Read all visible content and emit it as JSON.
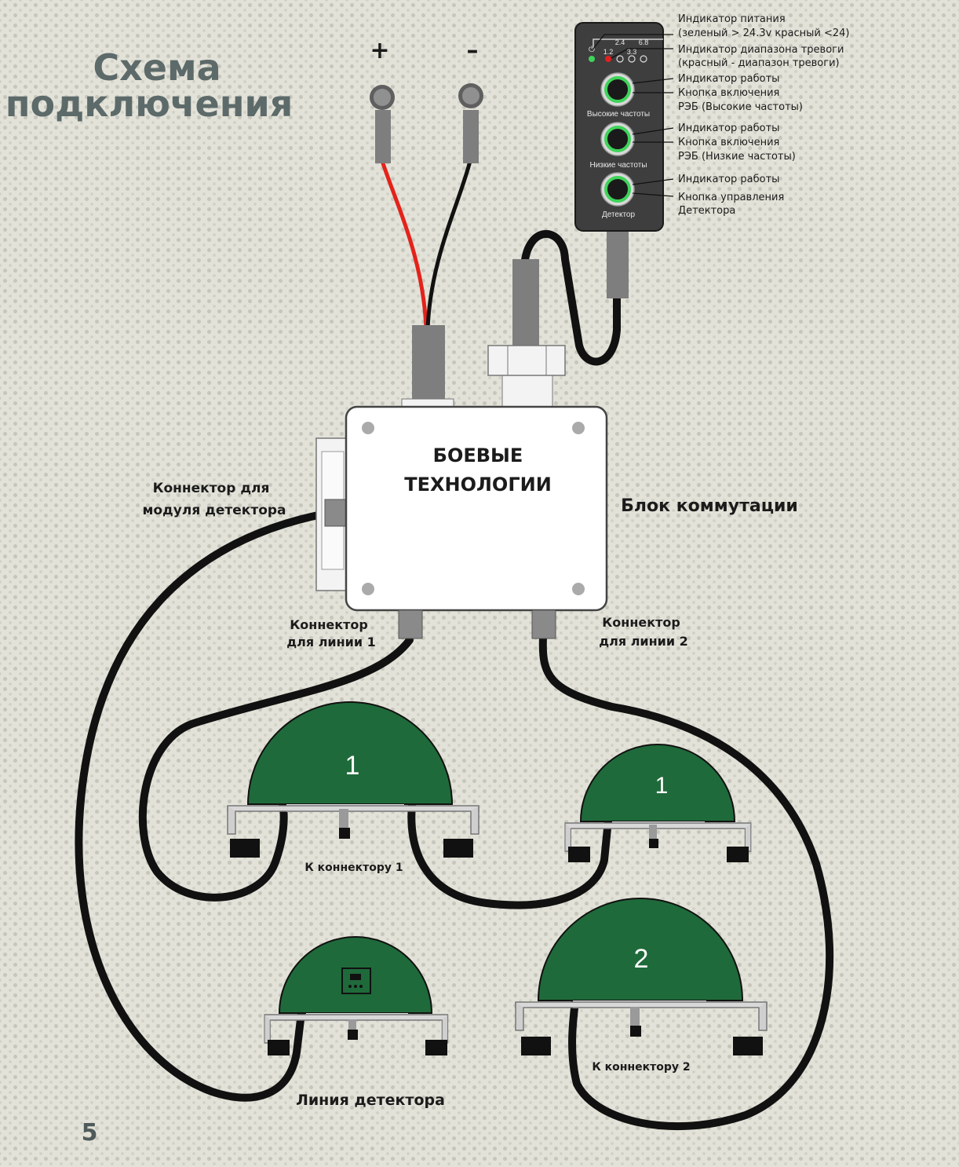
{
  "title": {
    "line1": "Схема",
    "line2": "подключения"
  },
  "battery": {
    "plus": "+",
    "minus": "–"
  },
  "control_panel": {
    "ticks": {
      "t24": "2.4",
      "t68": "6.8",
      "t12": "1.2",
      "t33": "3.3"
    },
    "button_labels": [
      "Высокие частоты",
      "Низкие частоты",
      "Детектор"
    ],
    "annotations": {
      "power": [
        "Индикатор питания",
        "(зеленый > 24.3v красный <24)"
      ],
      "alarm_range": [
        "Индикатор диапазона тревоги",
        "(красный - диапазон тревоги)"
      ],
      "high": [
        "Индикатор работы",
        "Кнопка включения",
        "РЭБ (Высокие частоты)"
      ],
      "low": [
        "Индикатор работы",
        "Кнопка включения",
        "РЭБ (Низкие частоты)"
      ],
      "detector": [
        "Индикатор работы",
        "Кнопка управления",
        "Детектора"
      ]
    }
  },
  "switch_box": {
    "brand_line1": "БОЕВЫЕ",
    "brand_line2": "ТЕХНОЛОГИИ",
    "name": "Блок коммутации",
    "detector_connector": [
      "Коннектор  для",
      "модуля детектора"
    ],
    "line1_connector": [
      "Коннектор",
      "для  линии 1"
    ],
    "line2_connector": [
      "Коннектор",
      "для  линии 2"
    ]
  },
  "antennas": {
    "a1_label": "1",
    "a2_label": "1",
    "a3_label": "2",
    "to_connector_1": "К коннектору  1",
    "to_connector_2": "К коннектору  2",
    "detector_line": "Линия  детектора"
  },
  "page_number": "5",
  "colors": {
    "background": "#e3e2d8",
    "title": "#5d6a6a",
    "antenna_green": "#1f6a3a",
    "cable": "#111111",
    "wire_red": "#e3231b",
    "indicator_green": "#3fd35a",
    "indicator_red": "#e02020",
    "panel": "#3e3e3e"
  }
}
